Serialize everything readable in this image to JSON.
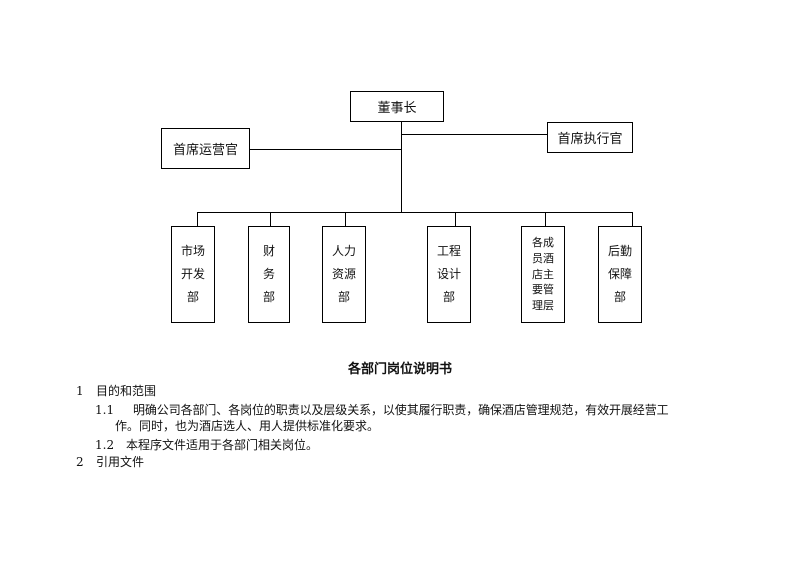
{
  "org_chart": {
    "chairman": "董事长",
    "coo": "首席运营官",
    "ceo": "首席执行官",
    "departments": [
      {
        "lines": [
          "市场",
          "开发",
          "部"
        ]
      },
      {
        "lines": [
          "财",
          "务",
          "部"
        ]
      },
      {
        "lines": [
          "人力",
          "资源",
          "部"
        ]
      },
      {
        "lines": [
          "工程",
          "设计",
          "部"
        ]
      },
      {
        "lines": [
          "各成",
          "员酒",
          "店主",
          "要管",
          "理层"
        ]
      },
      {
        "lines": [
          "后勤",
          "保障",
          "部"
        ]
      }
    ]
  },
  "document": {
    "title": "各部门岗位说明书",
    "s1_num": "1",
    "s1_title": "目的和范围",
    "s1_1_num": "1.1",
    "s1_1_text_a": "明确公司各部门、各岗位的职责以及层级关系，以使其履行职责，确保酒店管理规范，有效开展经营工",
    "s1_1_text_b": "作。同时，也为酒店选人、用人提供标准化要求。",
    "s1_2_num": "1.2",
    "s1_2_text": "本程序文件适用于各部门相关岗位。",
    "s2_num": "2",
    "s2_title": "引用文件"
  }
}
